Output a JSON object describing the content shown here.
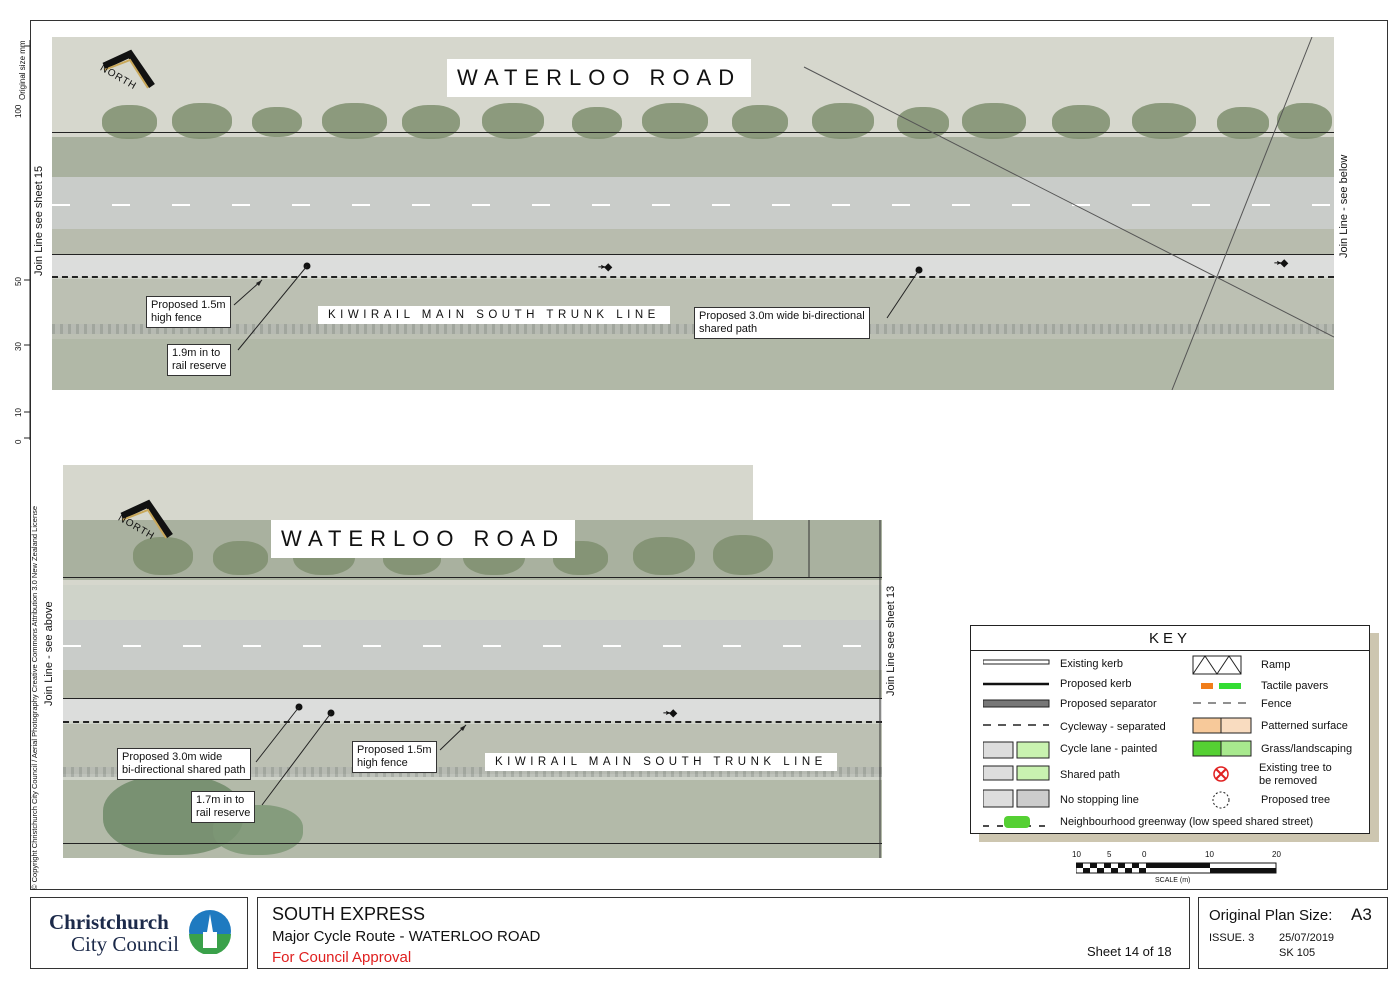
{
  "ruler": {
    "caption": "Original size mm",
    "ticks": [
      "100",
      "50",
      "30",
      "10",
      "0"
    ]
  },
  "copyright": "© Copyright Christchurch City Council  /  Aerial Photography Creative Commons Attribution 3.0 New Zealand License",
  "top_panel": {
    "road_name": "WATERLOO ROAD",
    "rail_name": "KIWIRAIL MAIN SOUTH TRUNK LINE",
    "north": "NORTH",
    "join_left": "Join Line see sheet 15",
    "join_right": "Join Line - see below",
    "callouts": {
      "fence_1": "Proposed 1.5m",
      "fence_2": "high fence",
      "reserve_1": "1.9m in to",
      "reserve_2": "rail reserve",
      "path_1": "Proposed 3.0m wide bi-directional",
      "path_2": "shared path"
    }
  },
  "bottom_panel": {
    "road_name": "WATERLOO ROAD",
    "rail_name": "KIWIRAIL MAIN SOUTH TRUNK LINE",
    "north": "NORTH",
    "join_left": "Join Line - see above",
    "join_right": "Join Line see sheet 13",
    "callouts": {
      "path_1": "Proposed 3.0m wide",
      "path_2": "bi-directional shared path",
      "reserve_1": "1.7m in to",
      "reserve_2": "rail reserve",
      "fence_1": "Proposed 1.5m",
      "fence_2": "high fence"
    }
  },
  "key": {
    "title": "KEY",
    "left": [
      "Existing kerb",
      "Proposed kerb",
      "Proposed separator",
      "Fence",
      "Cycleway - separated",
      "Cycle lane - painted",
      "Shared path",
      "No stopping line"
    ],
    "right": [
      "Ramp",
      "Tactile pavers",
      "Patterned surface",
      "Grass/landscaping",
      "Existing tree to",
      "be removed",
      "Proposed tree"
    ],
    "greenway": "Neighbourhood greenway (low speed shared street)",
    "colors": {
      "tactile_orange": "#f07d1a",
      "tactile_green": "#33dd33",
      "patterned": "#f7c99a",
      "grass": "#55d033",
      "remove_red": "#e02020"
    }
  },
  "scale": {
    "ticks": [
      "10",
      "5",
      "0",
      "10",
      "20"
    ],
    "label": "SCALE (m)"
  },
  "title_block": {
    "council_1": "Christchurch",
    "council_2": "City Council",
    "project": "SOUTH EXPRESS",
    "subtitle": "Major Cycle Route - WATERLOO ROAD",
    "status": "For Council Approval",
    "sheet": "Sheet 14 of 18",
    "plan_size_label": "Original Plan Size:",
    "plan_size": "A3",
    "issue": "ISSUE. 3",
    "date": "25/07/2019",
    "ref": "SK 105"
  }
}
